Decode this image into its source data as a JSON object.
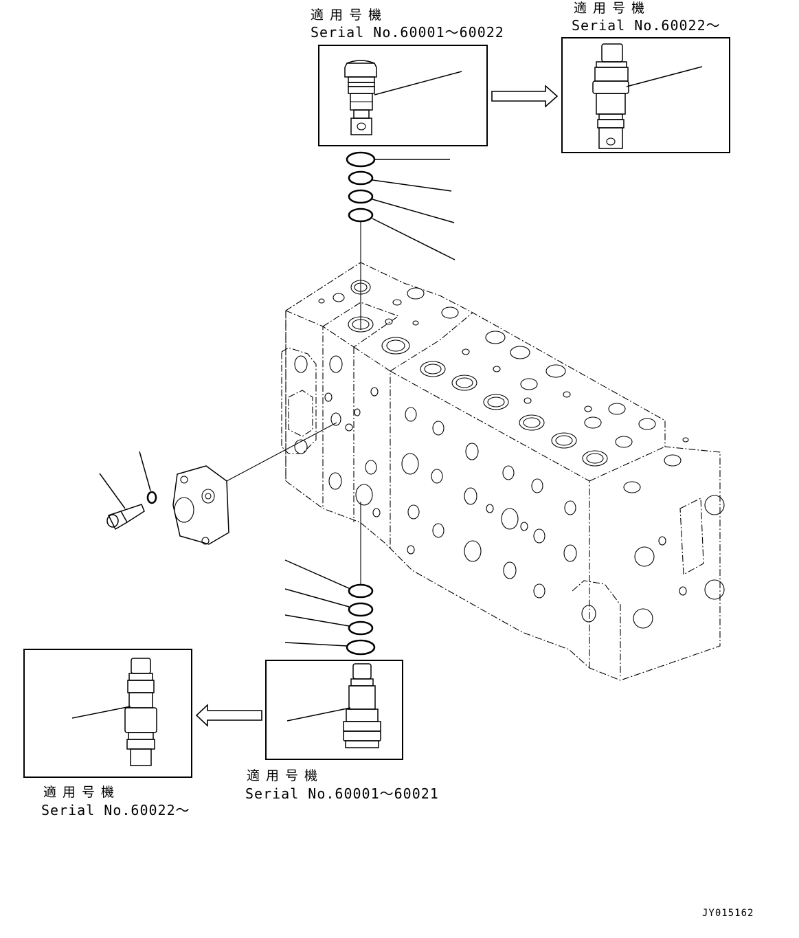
{
  "labels": {
    "top_left": {
      "applicable": "適用号機",
      "serial": "Serial No.60001～60022"
    },
    "top_right": {
      "applicable": "適用号機",
      "serial": "Serial No.60022～"
    },
    "bottom_center": {
      "applicable": "適用号機",
      "serial": "Serial No.60001～60021"
    },
    "bottom_left": {
      "applicable": "適用号機",
      "serial": "Serial No.60022～"
    }
  },
  "drawing_code": "JY015162"
}
